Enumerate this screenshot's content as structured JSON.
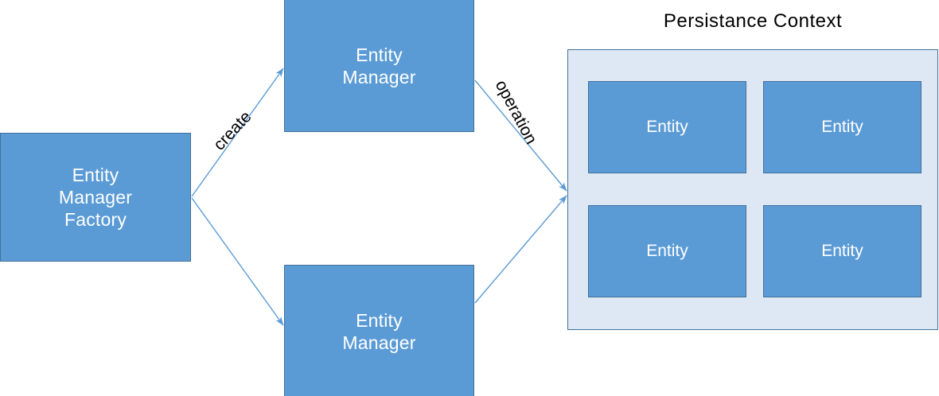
{
  "diagram": {
    "title_text": "Persistance Context",
    "palette": {
      "node_fill": "#5B9BD5",
      "node_border": "#41719C",
      "node_text": "#FFFFFF",
      "container_fill": "#DEE8F4",
      "container_border": "#41719C",
      "arrow_color": "#5B9BD5",
      "label_text": "#000000",
      "background": "#FFFFFF"
    },
    "nodes": [
      {
        "id": "emf",
        "label": "Entity\nManager\nFactory"
      },
      {
        "id": "em_top",
        "label": "Entity\nManager"
      },
      {
        "id": "em_bottom",
        "label": "Entity\nManager"
      }
    ],
    "persistence_context": {
      "title": "Persistance Context",
      "entities": [
        {
          "label": "Entity"
        },
        {
          "label": "Entity"
        },
        {
          "label": "Entity"
        },
        {
          "label": "Entity"
        }
      ]
    },
    "edges": [
      {
        "id": "create_top",
        "label": "create",
        "from": "emf",
        "to": "em_top"
      },
      {
        "id": "create_bottom",
        "label": "",
        "from": "emf",
        "to": "em_bottom"
      },
      {
        "id": "operation_top",
        "label": "operation",
        "from": "em_top",
        "to": "persistence_context"
      },
      {
        "id": "operation_bottom",
        "label": "",
        "from": "em_bottom",
        "to": "persistence_context"
      }
    ],
    "edge_labels": {
      "create": "create",
      "operation": "operation"
    }
  }
}
